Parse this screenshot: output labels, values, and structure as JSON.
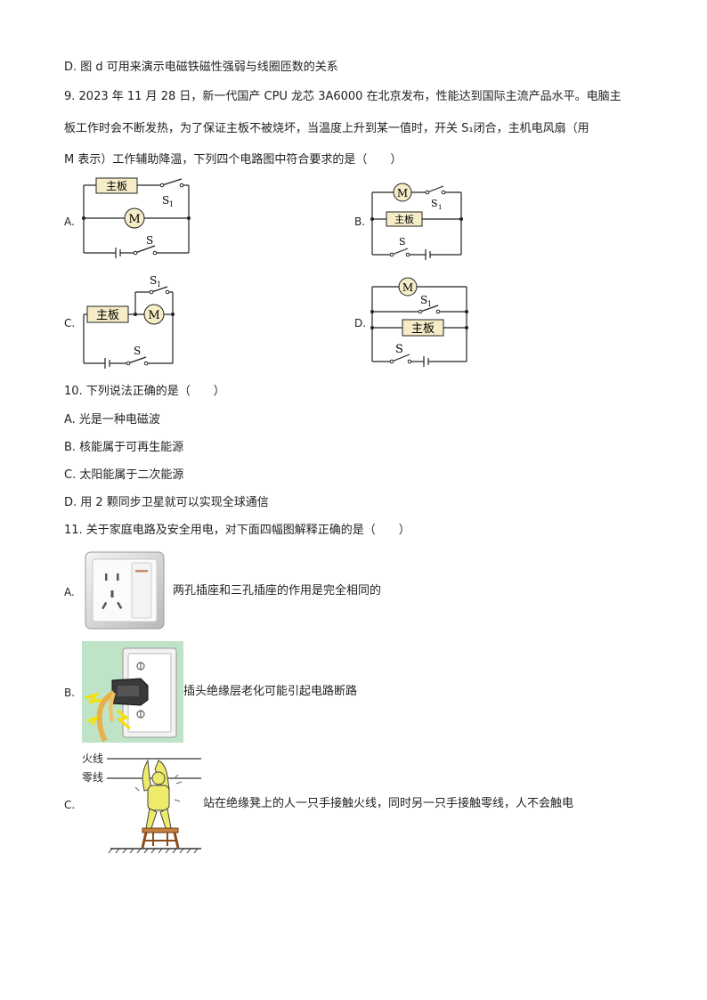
{
  "q8": {
    "option_d": "D. 图 d 可用来演示电磁铁磁性强弱与线圈匝数的关系"
  },
  "q9": {
    "line1": "9. 2023 年 11 月 28 日，新一代国产 CPU 龙芯 3A6000 在北京发布，性能达到国际主流产品水平。电脑主",
    "line2": "板工作时会不断发热，为了保证主板不被烧坏，当温度上升到某一值时，开关 S₁闭合，主机电风扇（用",
    "line3": "M 表示）工作辅助降温，下列四个电路图中符合要求的是（　　）",
    "options": [
      {
        "label": "A."
      },
      {
        "label": "B."
      },
      {
        "label": "C."
      },
      {
        "label": "D."
      }
    ],
    "circuit_text": {
      "mainboard": "主板",
      "motor": "M",
      "switch_s1": "S",
      "switch_s1_sub": "1",
      "switch_s": "S"
    }
  },
  "q10": {
    "stem": "10. 下列说法正确的是（　　）",
    "options": [
      "A. 光是一种电磁波",
      "B. 核能属于可再生能源",
      "C. 太阳能属于二次能源",
      "D. 用 2 颗同步卫星就可以实现全球通信"
    ]
  },
  "q11": {
    "stem": "11. 关于家庭电路及安全用电，对下面四幅图解释正确的是（　　）",
    "options": [
      {
        "label": "A.",
        "text": "两孔插座和三孔插座的作用是完全相同的"
      },
      {
        "label": "B.",
        "text": "插头绝缘层老化可能引起电路断路"
      },
      {
        "label": "C.",
        "text": "站在绝缘凳上的人一只手接触火线，同时另一只手接触零线，人不会触电"
      }
    ],
    "wire_labels": {
      "live": "火线",
      "neutral": "零线"
    }
  }
}
